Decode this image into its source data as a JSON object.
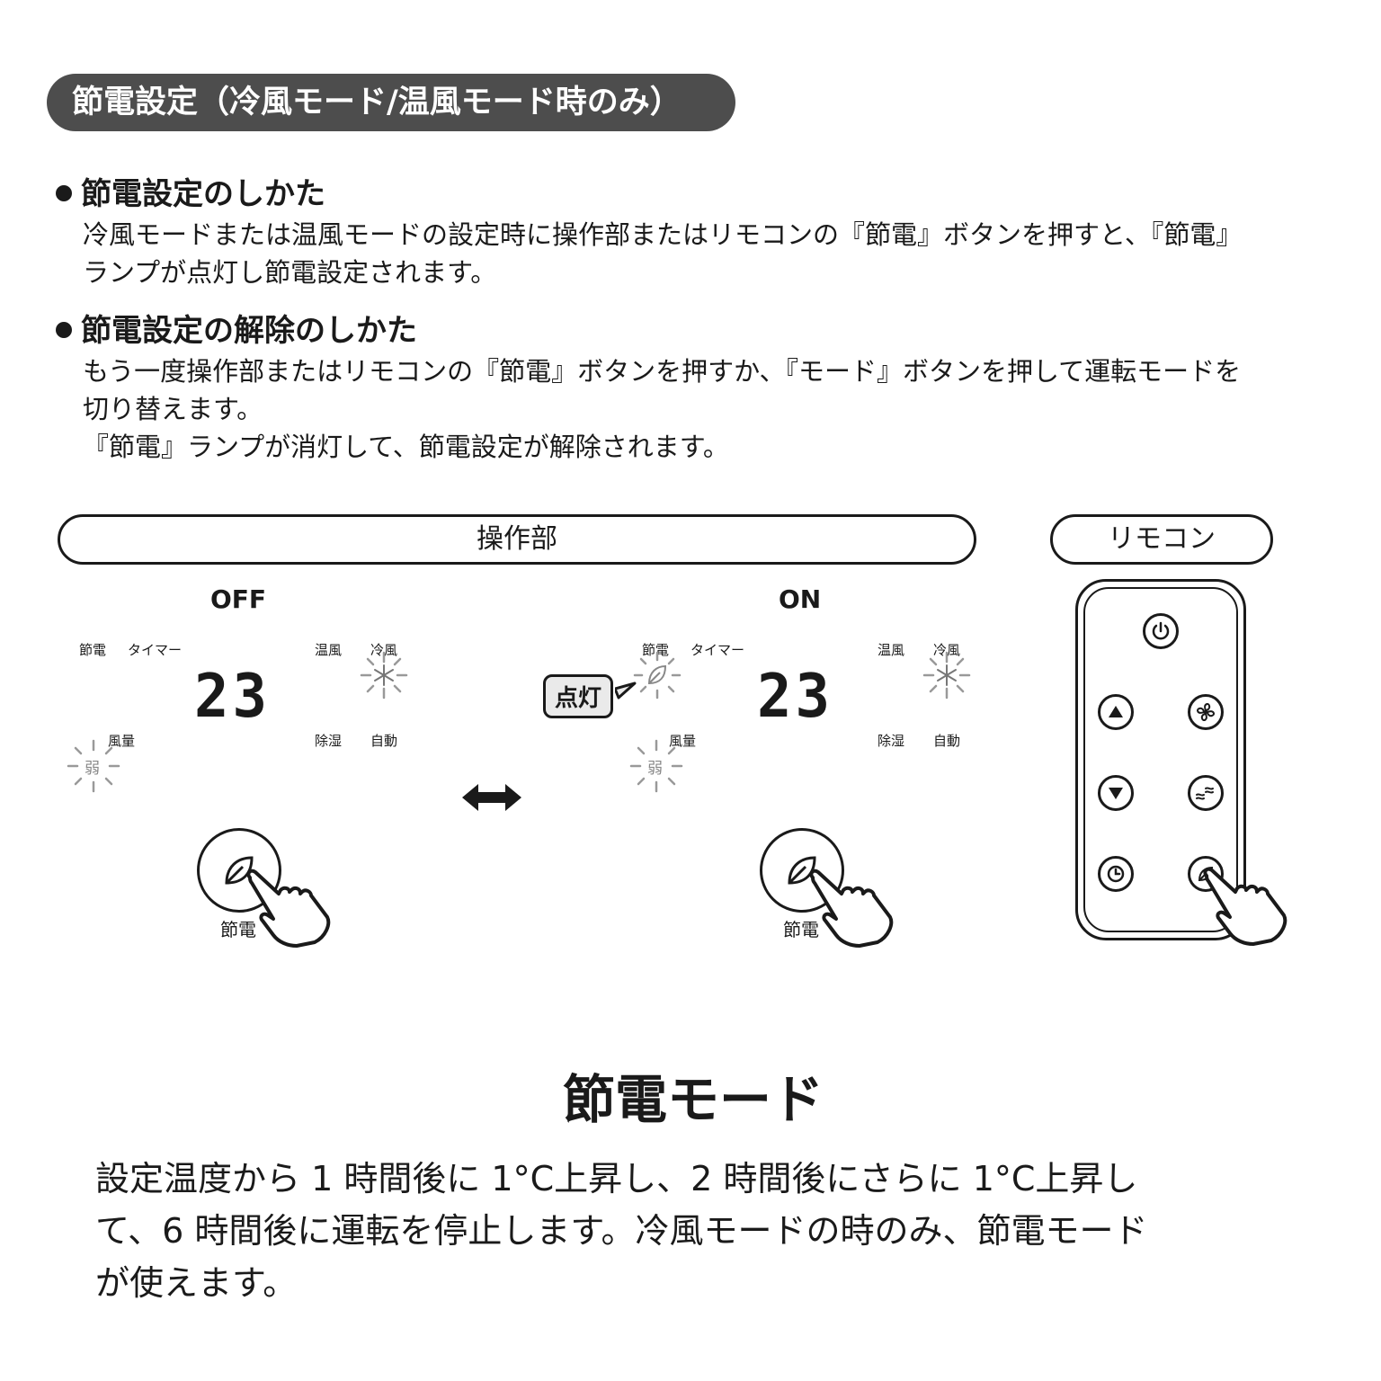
{
  "header": {
    "title": "節電設定（冷風モード/温風モード時のみ）"
  },
  "section1": {
    "heading": "節電設定のしかた",
    "lines": [
      "冷風モードまたは温風モードの設定時に操作部またはリモコンの『節電』ボタンを押すと、『節電』",
      "ランプが点灯し節電設定されます。"
    ]
  },
  "section2": {
    "heading": "節電設定の解除のしかた",
    "lines": [
      "もう一度操作部またはリモコンの『節電』ボタンを押すか、『モード』ボタンを押して運転モードを",
      "切り替えます。",
      "『節電』ランプが消灯して、節電設定が解除されます。"
    ]
  },
  "panel": {
    "label": "操作部",
    "off": {
      "state": "OFF",
      "labels": {
        "setsuden": "節電",
        "timer": "タイマー",
        "onpu": "温風",
        "reifu": "冷風",
        "furyo": "風量",
        "jyoshitsu": "除湿",
        "jido": "自動",
        "jaku": "弱"
      },
      "temp": "23",
      "button_label": "節電"
    },
    "on": {
      "state": "ON",
      "labels": {
        "setsuden": "節電",
        "timer": "タイマー",
        "onpu": "温風",
        "reifu": "冷風",
        "furyo": "風量",
        "jyoshitsu": "除湿",
        "jido": "自動",
        "jaku": "弱"
      },
      "temp": "23",
      "callout": "点灯",
      "button_label": "節電"
    }
  },
  "remote": {
    "label": "リモコン",
    "buttons": [
      "power-icon",
      "up-arrow-icon",
      "fan-icon",
      "down-arrow-icon",
      "wind-mode-icon",
      "timer-clock-icon",
      "leaf-icon"
    ]
  },
  "bottom": {
    "title": "節電モード",
    "lines": [
      "設定温度から 1 時間後に 1°C上昇し、2 時間後にさらに 1°C上昇し",
      "て、6 時間後に運転を停止します。冷風モードの時のみ、節電モード",
      "が使えます。"
    ]
  }
}
